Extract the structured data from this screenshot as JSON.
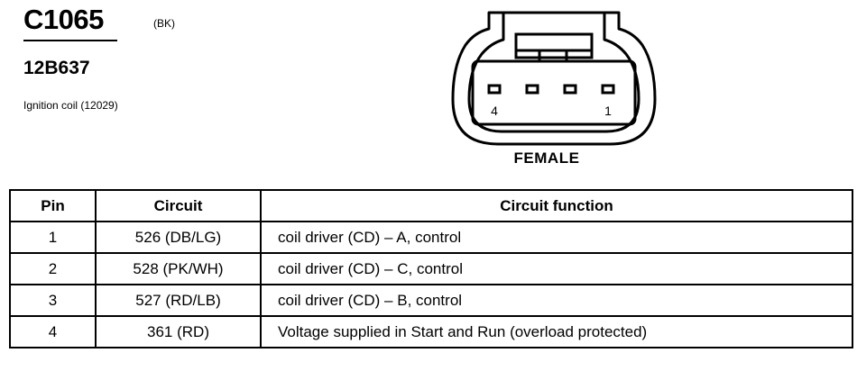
{
  "connector": {
    "id": "C1065",
    "color": "(BK)",
    "part_number": "12B637",
    "description": "Ignition coil (12029)"
  },
  "diagram": {
    "pin_label_left": "4",
    "pin_label_right": "1",
    "gender": "FEMALE"
  },
  "table": {
    "headers": [
      "Pin",
      "Circuit",
      "Circuit function"
    ],
    "rows": [
      {
        "pin": "1",
        "circuit": "526 (DB/LG)",
        "function": "coil driver (CD) – A, control"
      },
      {
        "pin": "2",
        "circuit": "528 (PK/WH)",
        "function": "coil driver (CD) – C, control"
      },
      {
        "pin": "3",
        "circuit": "527 (RD/LB)",
        "function": "coil driver (CD) – B, control"
      },
      {
        "pin": "4",
        "circuit": "361 (RD)",
        "function": "Voltage supplied in Start and Run (overload protected)"
      }
    ]
  }
}
